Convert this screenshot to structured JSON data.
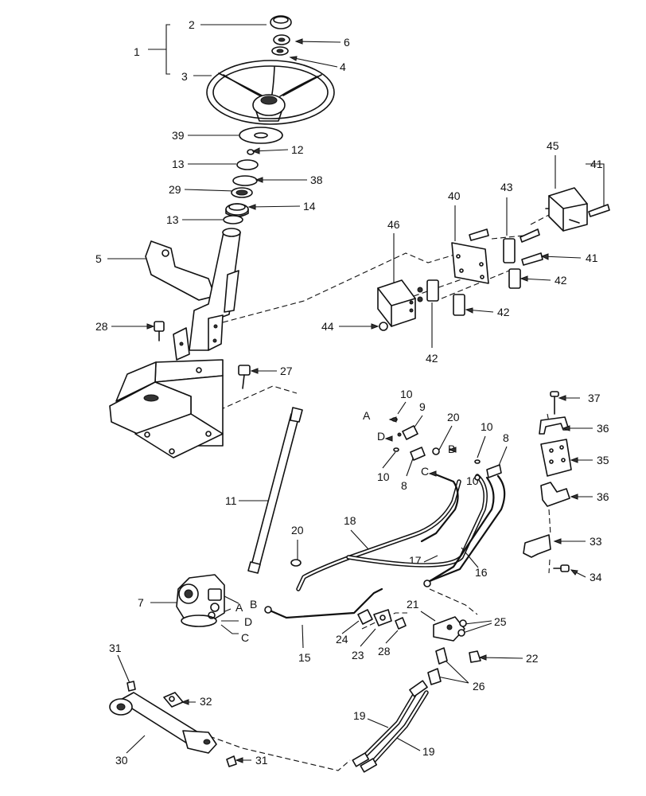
{
  "diagram": {
    "callouts": [
      {
        "id": "c1",
        "text": "1"
      },
      {
        "id": "c2",
        "text": "2"
      },
      {
        "id": "c3",
        "text": "3"
      },
      {
        "id": "c6",
        "text": "6"
      },
      {
        "id": "c4",
        "text": "4"
      },
      {
        "id": "c39",
        "text": "39"
      },
      {
        "id": "c12",
        "text": "12"
      },
      {
        "id": "c13a",
        "text": "13"
      },
      {
        "id": "c38",
        "text": "38"
      },
      {
        "id": "c29",
        "text": "29"
      },
      {
        "id": "c14",
        "text": "14"
      },
      {
        "id": "c13b",
        "text": "13"
      },
      {
        "id": "c5",
        "text": "5"
      },
      {
        "id": "c28a",
        "text": "28"
      },
      {
        "id": "c27",
        "text": "27"
      },
      {
        "id": "c11",
        "text": "11"
      },
      {
        "id": "c7",
        "text": "7"
      },
      {
        "id": "cA1",
        "text": "A"
      },
      {
        "id": "cB1",
        "text": "B"
      },
      {
        "id": "cD1",
        "text": "D"
      },
      {
        "id": "cC1",
        "text": "C"
      },
      {
        "id": "c45",
        "text": "45"
      },
      {
        "id": "c41a",
        "text": "41"
      },
      {
        "id": "c40",
        "text": "40"
      },
      {
        "id": "c43",
        "text": "43"
      },
      {
        "id": "c46",
        "text": "46"
      },
      {
        "id": "c41b",
        "text": "41"
      },
      {
        "id": "c42a",
        "text": "42"
      },
      {
        "id": "c42b",
        "text": "42"
      },
      {
        "id": "c42c",
        "text": "42"
      },
      {
        "id": "c44",
        "text": "44"
      },
      {
        "id": "c10a",
        "text": "10"
      },
      {
        "id": "c9",
        "text": "9"
      },
      {
        "id": "cA2",
        "text": "A"
      },
      {
        "id": "cD2",
        "text": "D"
      },
      {
        "id": "c20a",
        "text": "20"
      },
      {
        "id": "c10b",
        "text": "10"
      },
      {
        "id": "c8a",
        "text": "8"
      },
      {
        "id": "cB2",
        "text": "B"
      },
      {
        "id": "c10c",
        "text": "10"
      },
      {
        "id": "c8b",
        "text": "8"
      },
      {
        "id": "c10d",
        "text": "10"
      },
      {
        "id": "cC2",
        "text": "C"
      },
      {
        "id": "c18",
        "text": "18"
      },
      {
        "id": "c20b",
        "text": "20"
      },
      {
        "id": "c17",
        "text": "17"
      },
      {
        "id": "c16",
        "text": "16"
      },
      {
        "id": "c15",
        "text": "15"
      },
      {
        "id": "c21",
        "text": "21"
      },
      {
        "id": "c25",
        "text": "25"
      },
      {
        "id": "c24",
        "text": "24"
      },
      {
        "id": "c23",
        "text": "23"
      },
      {
        "id": "c28b",
        "text": "28"
      },
      {
        "id": "c22",
        "text": "22"
      },
      {
        "id": "c26",
        "text": "26"
      },
      {
        "id": "c37",
        "text": "37"
      },
      {
        "id": "c36a",
        "text": "36"
      },
      {
        "id": "c35",
        "text": "35"
      },
      {
        "id": "c36b",
        "text": "36"
      },
      {
        "id": "c33",
        "text": "33"
      },
      {
        "id": "c34",
        "text": "34"
      },
      {
        "id": "c31a",
        "text": "31"
      },
      {
        "id": "c32",
        "text": "32"
      },
      {
        "id": "c30",
        "text": "30"
      },
      {
        "id": "c31b",
        "text": "31"
      },
      {
        "id": "c19a",
        "text": "19"
      },
      {
        "id": "c19b",
        "text": "19"
      }
    ]
  }
}
